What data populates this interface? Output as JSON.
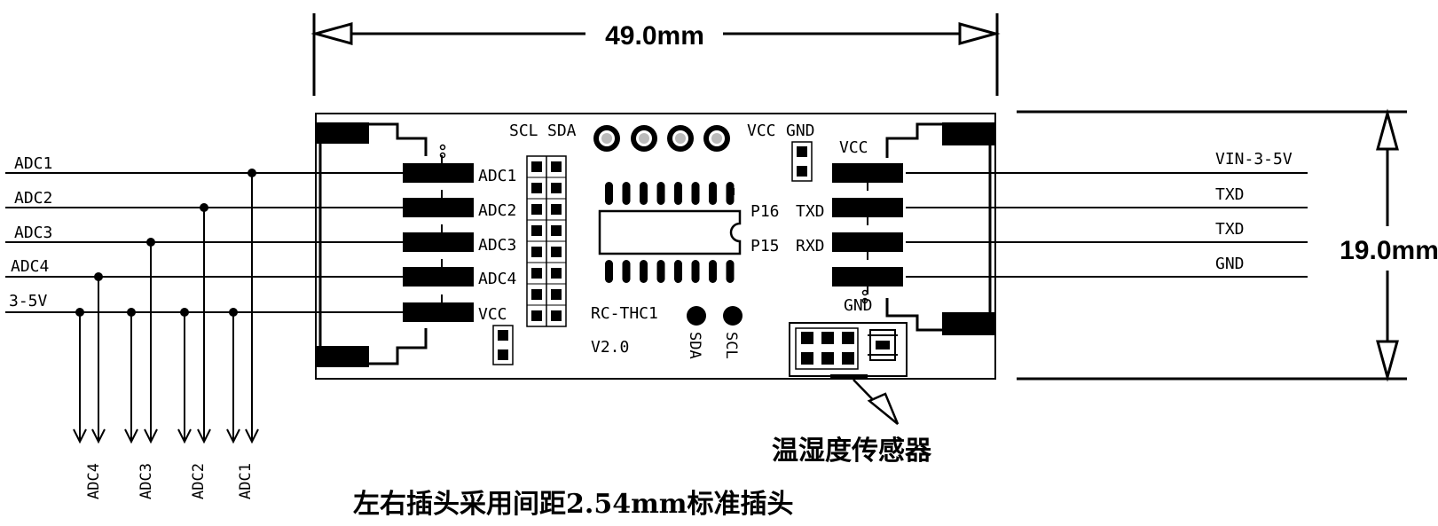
{
  "dimensions": {
    "width_label": "49.0mm",
    "height_label": "19.0mm"
  },
  "board": {
    "left_pins": [
      "ADC1",
      "ADC2",
      "ADC3",
      "ADC4",
      "VCC"
    ],
    "right_pins": [
      "VCC",
      "TXD",
      "RXD",
      "GND"
    ],
    "right_pin_top_label": "VCC",
    "right_pin_bottom_label": "GND",
    "top_left_labels": [
      "SCL",
      "SDA"
    ],
    "top_right_labels": [
      "VCC",
      "GND"
    ],
    "chip_pins": [
      "P16",
      "P15"
    ],
    "chip_right_labels": [
      "TXD",
      "RXD"
    ],
    "model": "RC-THC1",
    "version": "V2.0",
    "pad_labels": [
      "SDA",
      "SCL"
    ]
  },
  "left_wiring": {
    "horizontal_labels": [
      "ADC1",
      "ADC2",
      "ADC3",
      "ADC4",
      "3-5V"
    ],
    "bottom_labels": [
      "ADC4",
      "ADC3",
      "ADC2",
      "ADC1"
    ]
  },
  "right_wiring": {
    "labels": [
      "VIN-3-5V",
      "TXD",
      "TXD",
      "GND"
    ]
  },
  "annotations": {
    "sensor": "温湿度传感器",
    "note": "左右插头采用间距2.54mm标准插头"
  }
}
